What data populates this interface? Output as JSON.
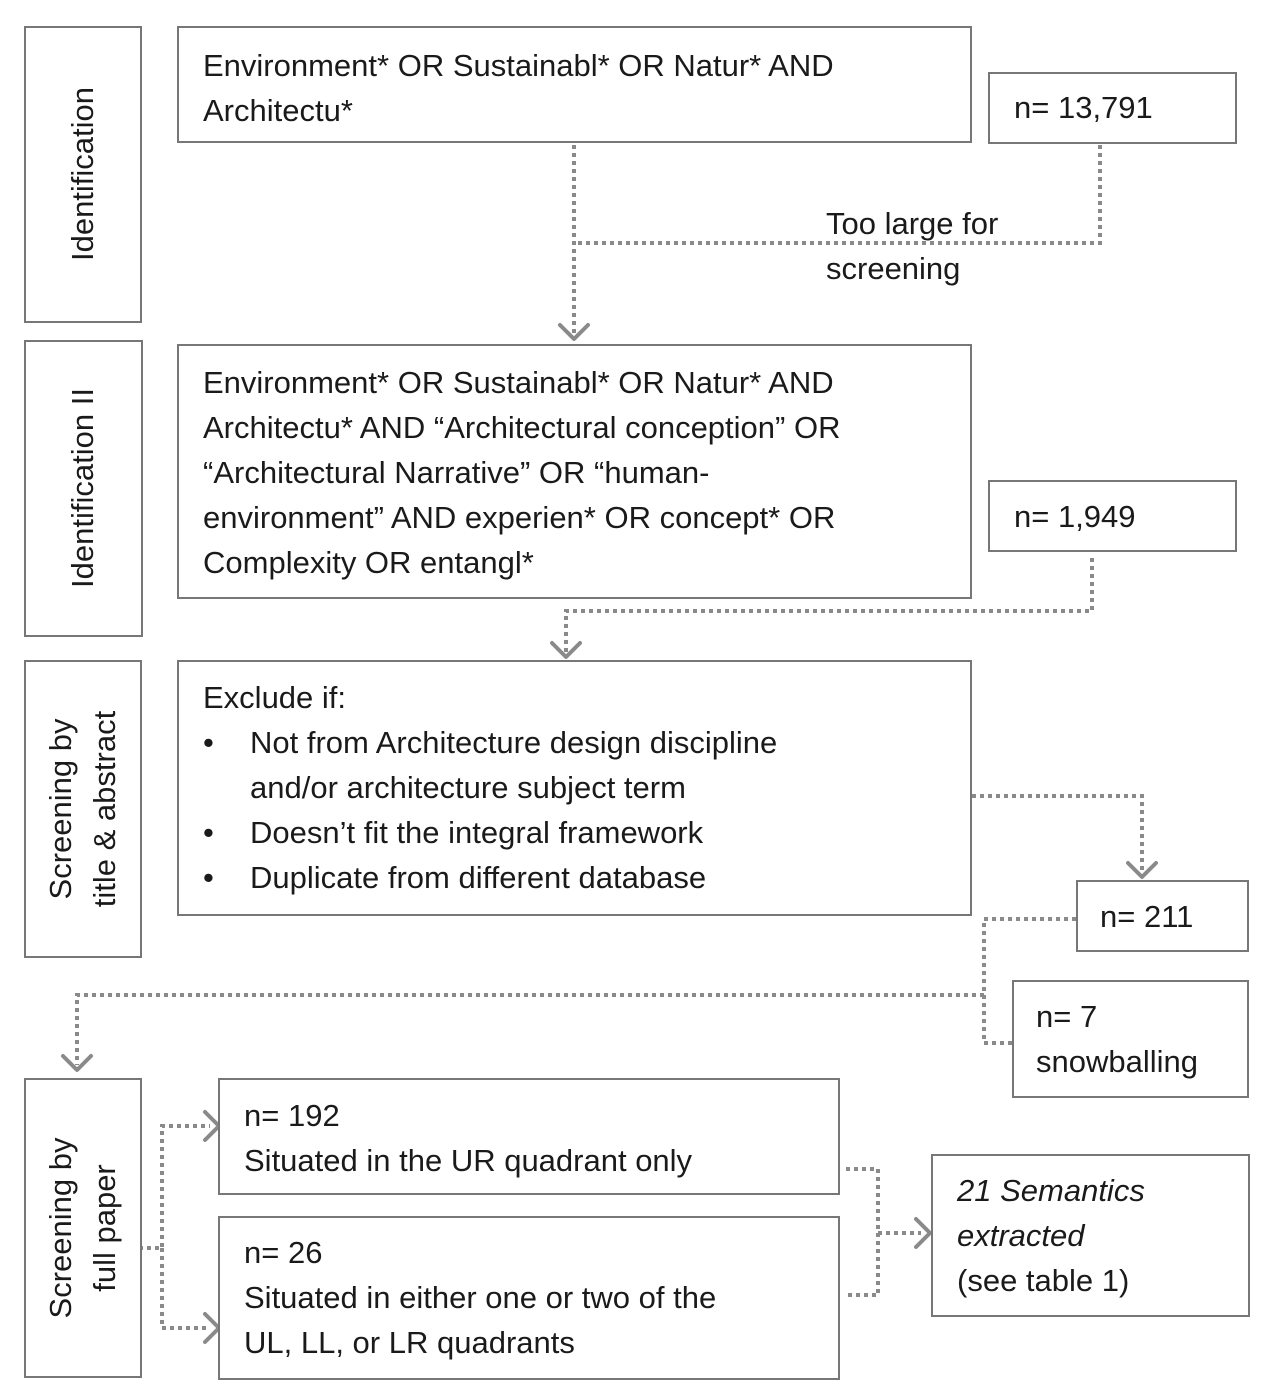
{
  "stages": {
    "identification": "Identification",
    "identification2": "Identification II",
    "screening_title_1": "Screening by",
    "screening_title_2": "title & abstract",
    "screening_full_1": "Screening by",
    "screening_full_2": "full paper"
  },
  "query1": {
    "line1": "Environment* OR Sustainabl* OR Natur* AND",
    "line2": "Architectu*"
  },
  "count1": "n= 13,791",
  "too_large_note": {
    "line1": "Too large for",
    "line2": "screening"
  },
  "query2": {
    "line1": "Environment* OR Sustainabl* OR Natur* AND",
    "line2": "Architectu* AND “Architectural conception” OR",
    "line3": "“Architectural Narrative” OR “human-",
    "line4": "environment” AND experien* OR concept* OR",
    "line5": "Complexity OR entangl*"
  },
  "count2": "n= 1,949",
  "exclude": {
    "heading": "Exclude if:",
    "bullet": "•",
    "items": [
      {
        "line1": "Not from Architecture design discipline",
        "line2": "and/or architecture subject term"
      },
      {
        "line1": "Doesn’t fit the integral framework"
      },
      {
        "line1": "Duplicate from different database"
      }
    ]
  },
  "count3": "n= 211",
  "snowball": {
    "line1": "n= 7",
    "line2": "snowballing"
  },
  "ur_box": {
    "line1": "n= 192",
    "line2": "Situated in the UR quadrant only"
  },
  "other_box": {
    "line1": "n= 26",
    "line2": "Situated in either one or two of the",
    "line3": "UL, LL, or LR quadrants"
  },
  "result": {
    "line1": "21 Semantics",
    "line2": "extracted",
    "line3": "(see table 1)"
  },
  "colors": {
    "border": "#777777",
    "connector": "#8a8a8a",
    "text": "#1a1a1a"
  }
}
